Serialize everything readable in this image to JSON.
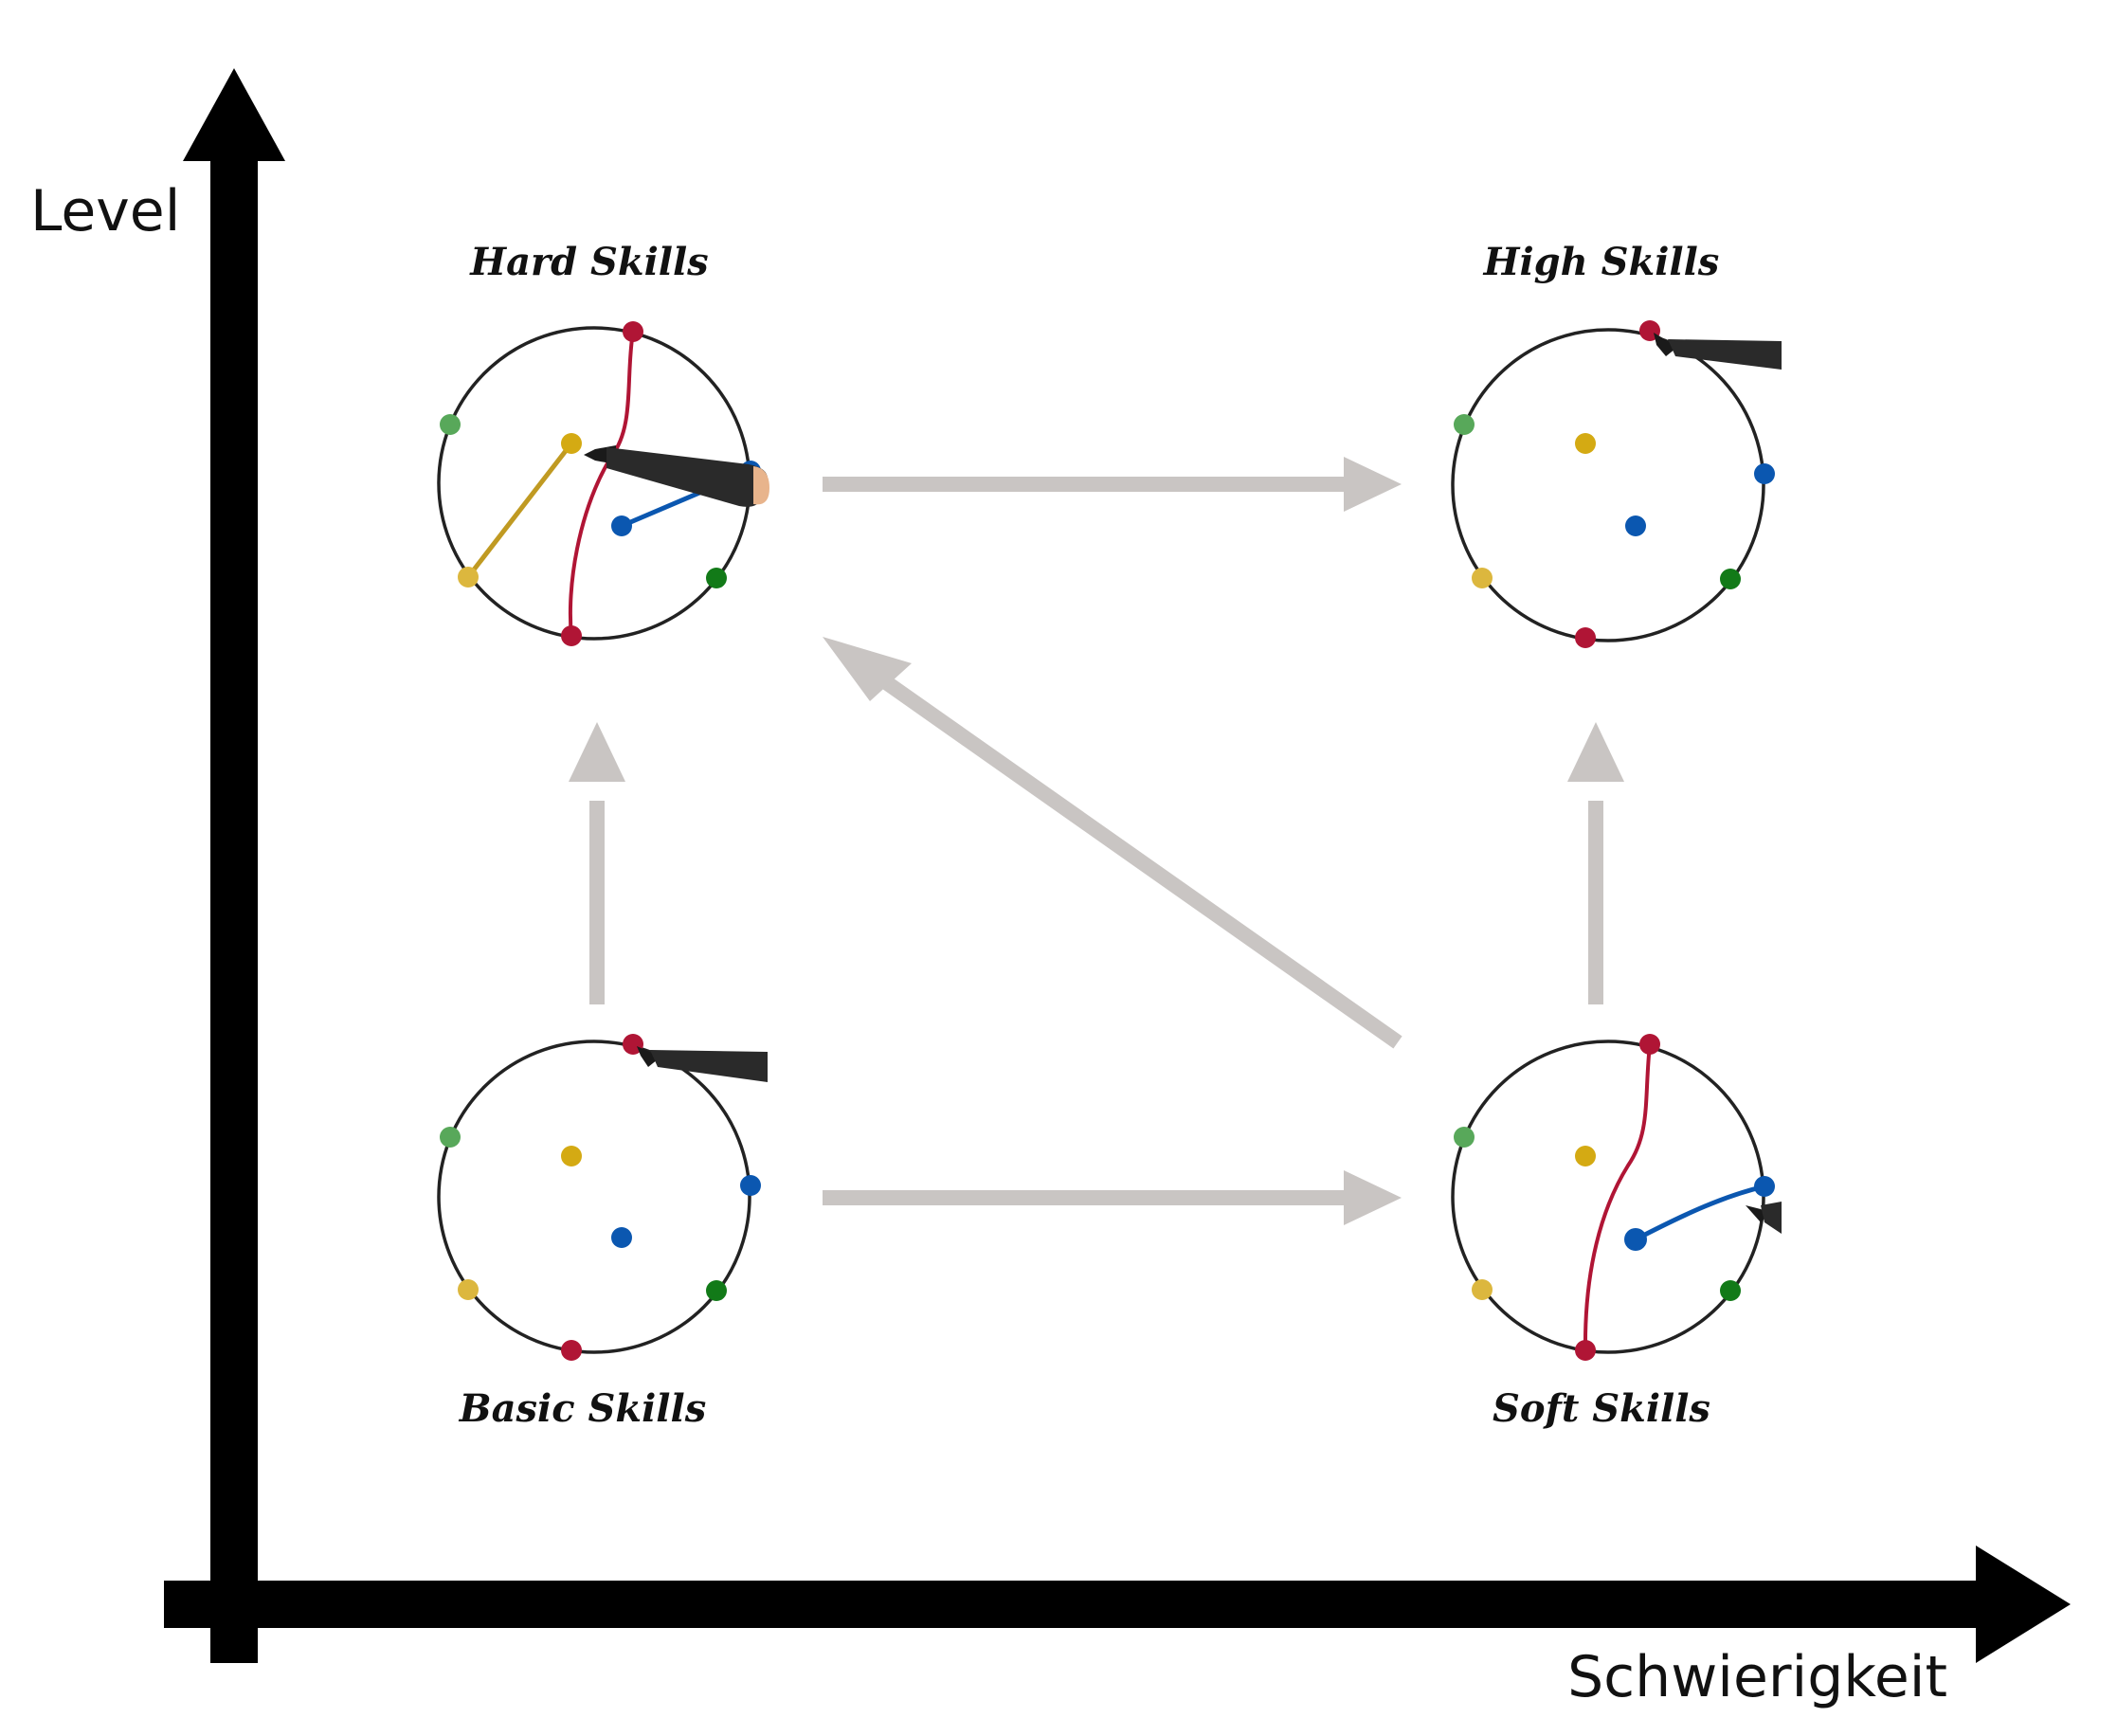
{
  "axes": {
    "y_label": "Level",
    "x_label": "Schwierigkeit"
  },
  "skills": {
    "hard": "Hard Skills",
    "high": "High Skills",
    "basic": "Basic Skills",
    "soft": "Soft Skills"
  },
  "colors": {
    "axis": "#000000",
    "flow_arrow": "#c9c5c3",
    "circle": "#222222",
    "red": "#b01535",
    "blue": "#0b57b0",
    "yellow": "#d4aa13",
    "light_yellow": "#dcb73e",
    "light_green": "#58a85a",
    "dark_green": "#127a18",
    "marker": "#2a2a2a"
  },
  "icons": [
    "marker-pen-icon"
  ]
}
